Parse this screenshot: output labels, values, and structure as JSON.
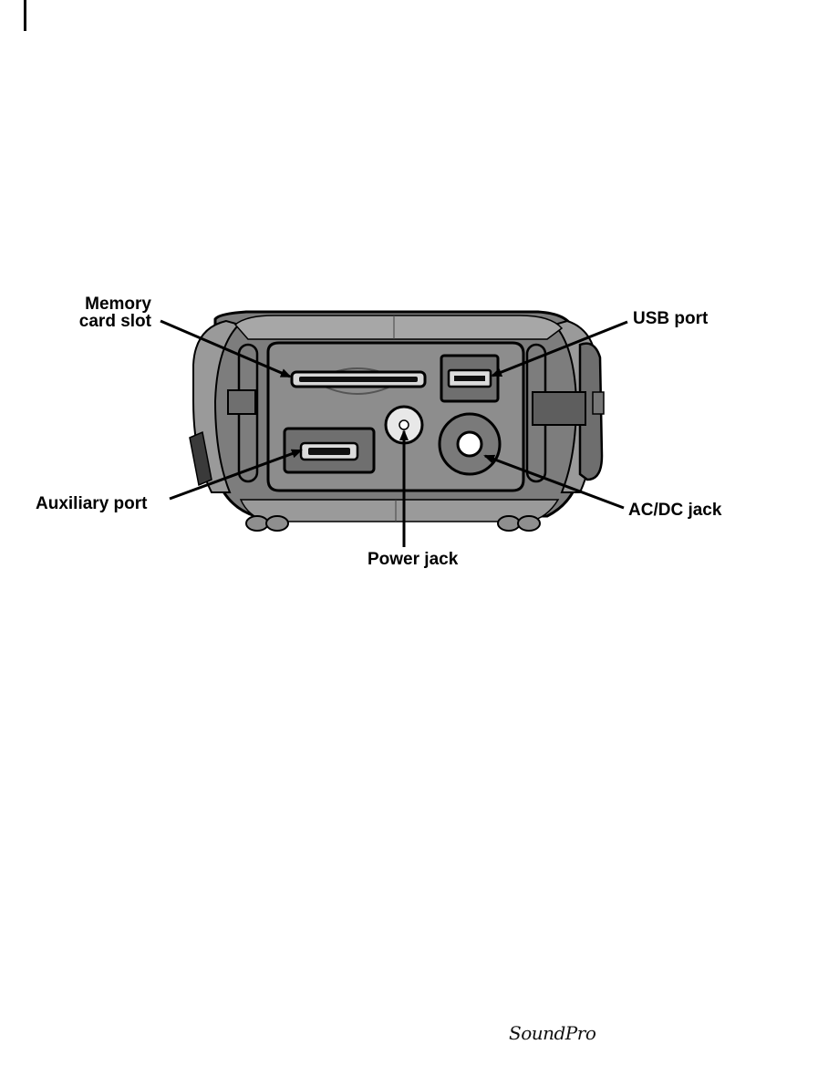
{
  "labels": {
    "memory_card_slot_line1": "Memory",
    "memory_card_slot_line2": "card slot",
    "usb_port": "USB port",
    "auxiliary_port": "Auxiliary port",
    "ac_dc_jack": "AC/DC jack",
    "power_jack": "Power jack"
  },
  "footer": {
    "brand": "SoundPro"
  },
  "colors": {
    "device_body": "#8a8a8a",
    "device_panel": "#9b9b9b",
    "device_dark": "#5a5a5a",
    "outline": "#000000"
  }
}
